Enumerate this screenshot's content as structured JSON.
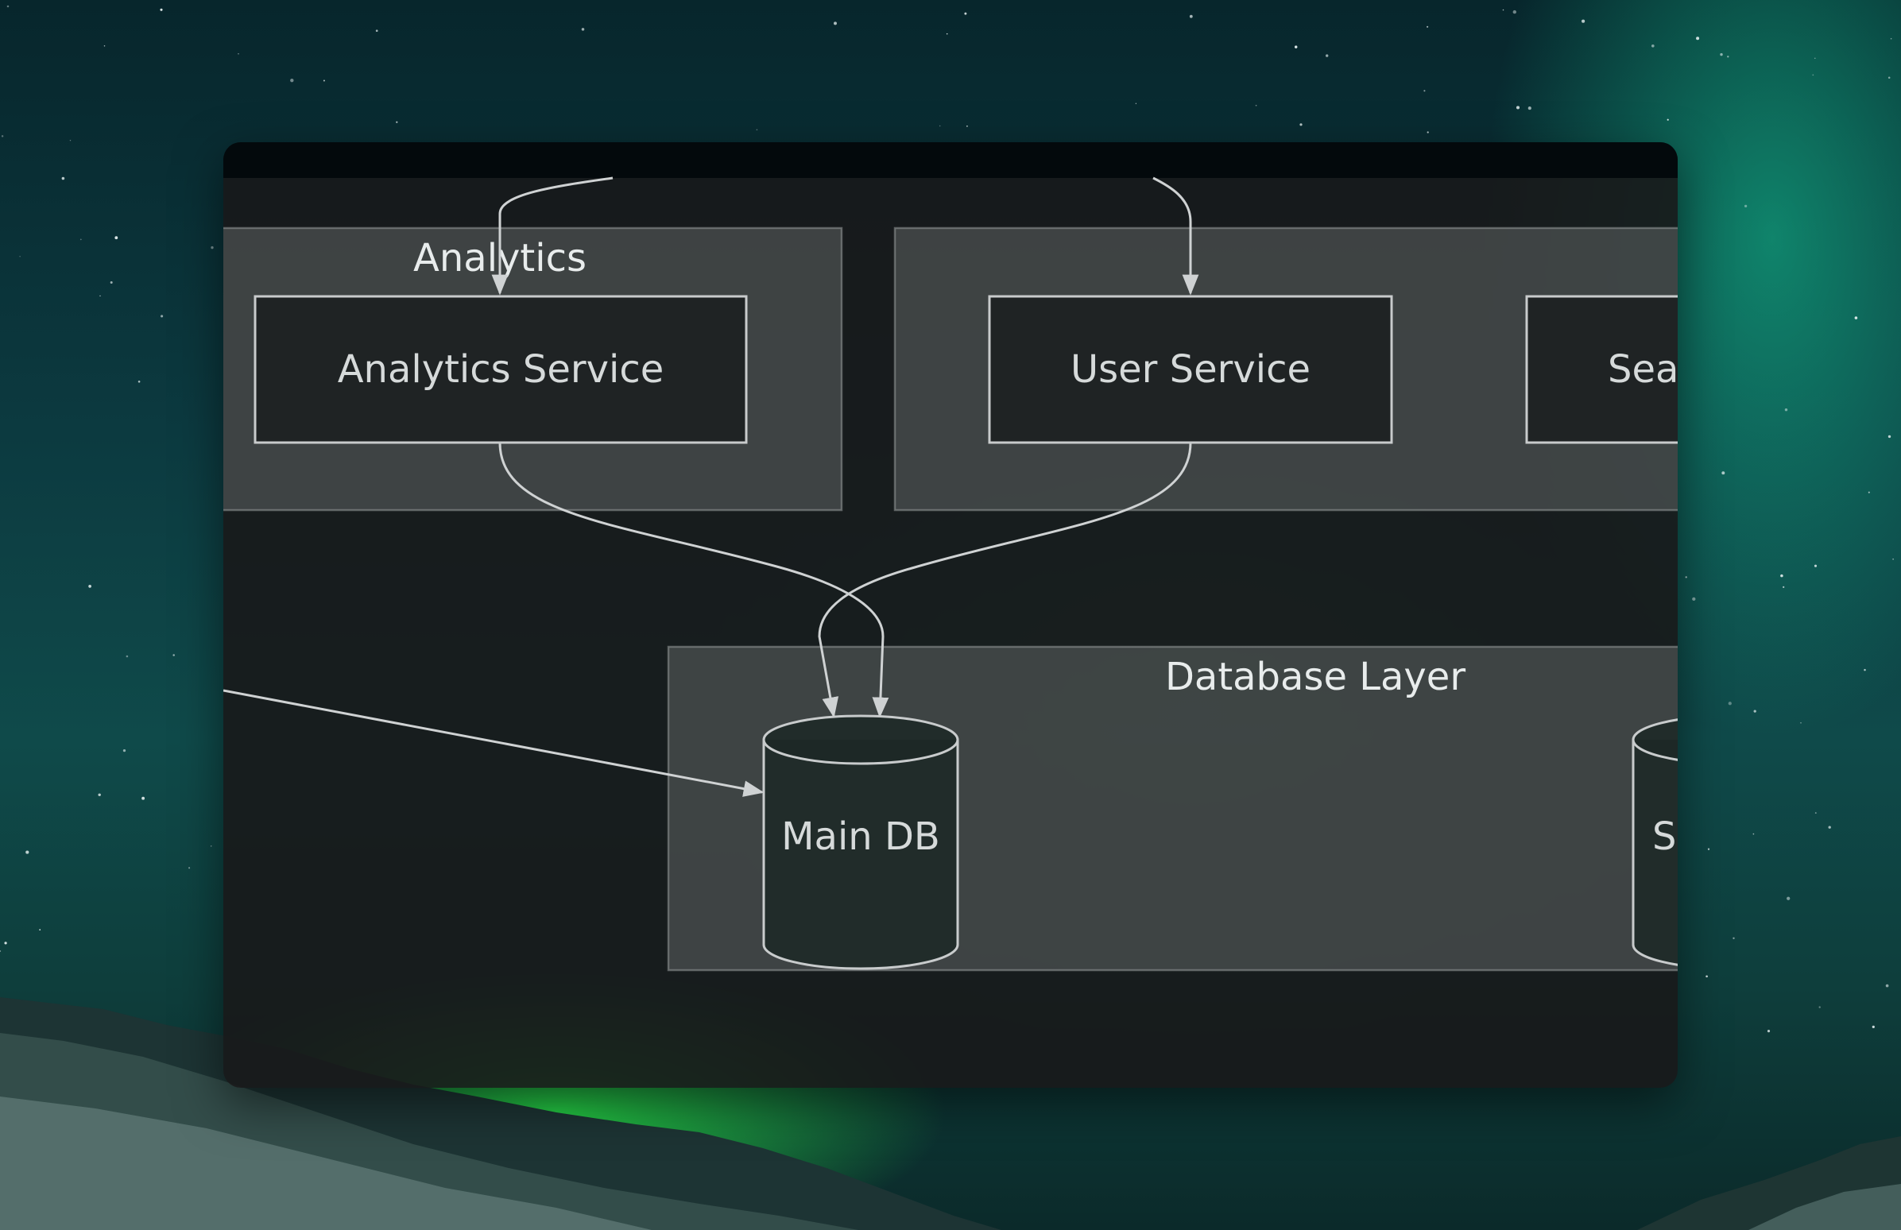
{
  "clusters": {
    "analytics": {
      "label": "Analytics"
    },
    "database_layer": {
      "label": "Database Layer"
    }
  },
  "nodes": {
    "analytics_service": {
      "label": "Analytics Service"
    },
    "user_service": {
      "label": "User Service"
    },
    "search_service_partial": {
      "label": "Sea"
    },
    "main_db": {
      "label": "Main DB"
    },
    "secondary_db_partial": {
      "label": "S"
    }
  },
  "colors": {
    "window_background": "#18181a",
    "cluster_fill": "#5f6464",
    "node_fill": "#1c2122",
    "edge_stroke": "#cfd2d3",
    "text": "#d6dada"
  },
  "icons": {
    "background": "aurora-night-sky-wallpaper"
  }
}
